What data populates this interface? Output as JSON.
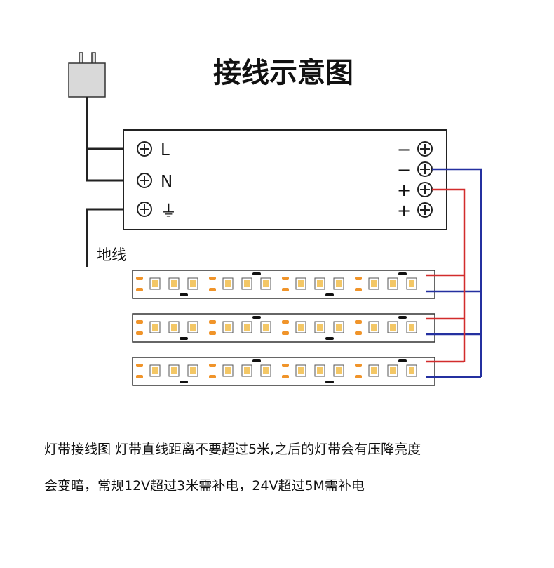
{
  "title": "接线示意图",
  "terminals_left": [
    {
      "label": "L"
    },
    {
      "label": "N"
    },
    {
      "label": "⏚"
    }
  ],
  "terminals_right": [
    {
      "sign": "−"
    },
    {
      "sign": "−"
    },
    {
      "sign": "+"
    },
    {
      "sign": "+"
    }
  ],
  "ground_label": "地线",
  "led_strips": 3,
  "colors": {
    "line": "#222222",
    "positive_wire": "#d22c2c",
    "negative_wire": "#2430a0",
    "led_amber": "#f0942a",
    "led_pad": "#f3c766",
    "plug": "#d9d9d9"
  },
  "caption": {
    "line1": "灯带接线图 灯带直线距离不要超过5米,之后的灯带会有压降亮度",
    "line2": "会变暗，常规12V超过3米需补电，24V超过5M需补电"
  }
}
